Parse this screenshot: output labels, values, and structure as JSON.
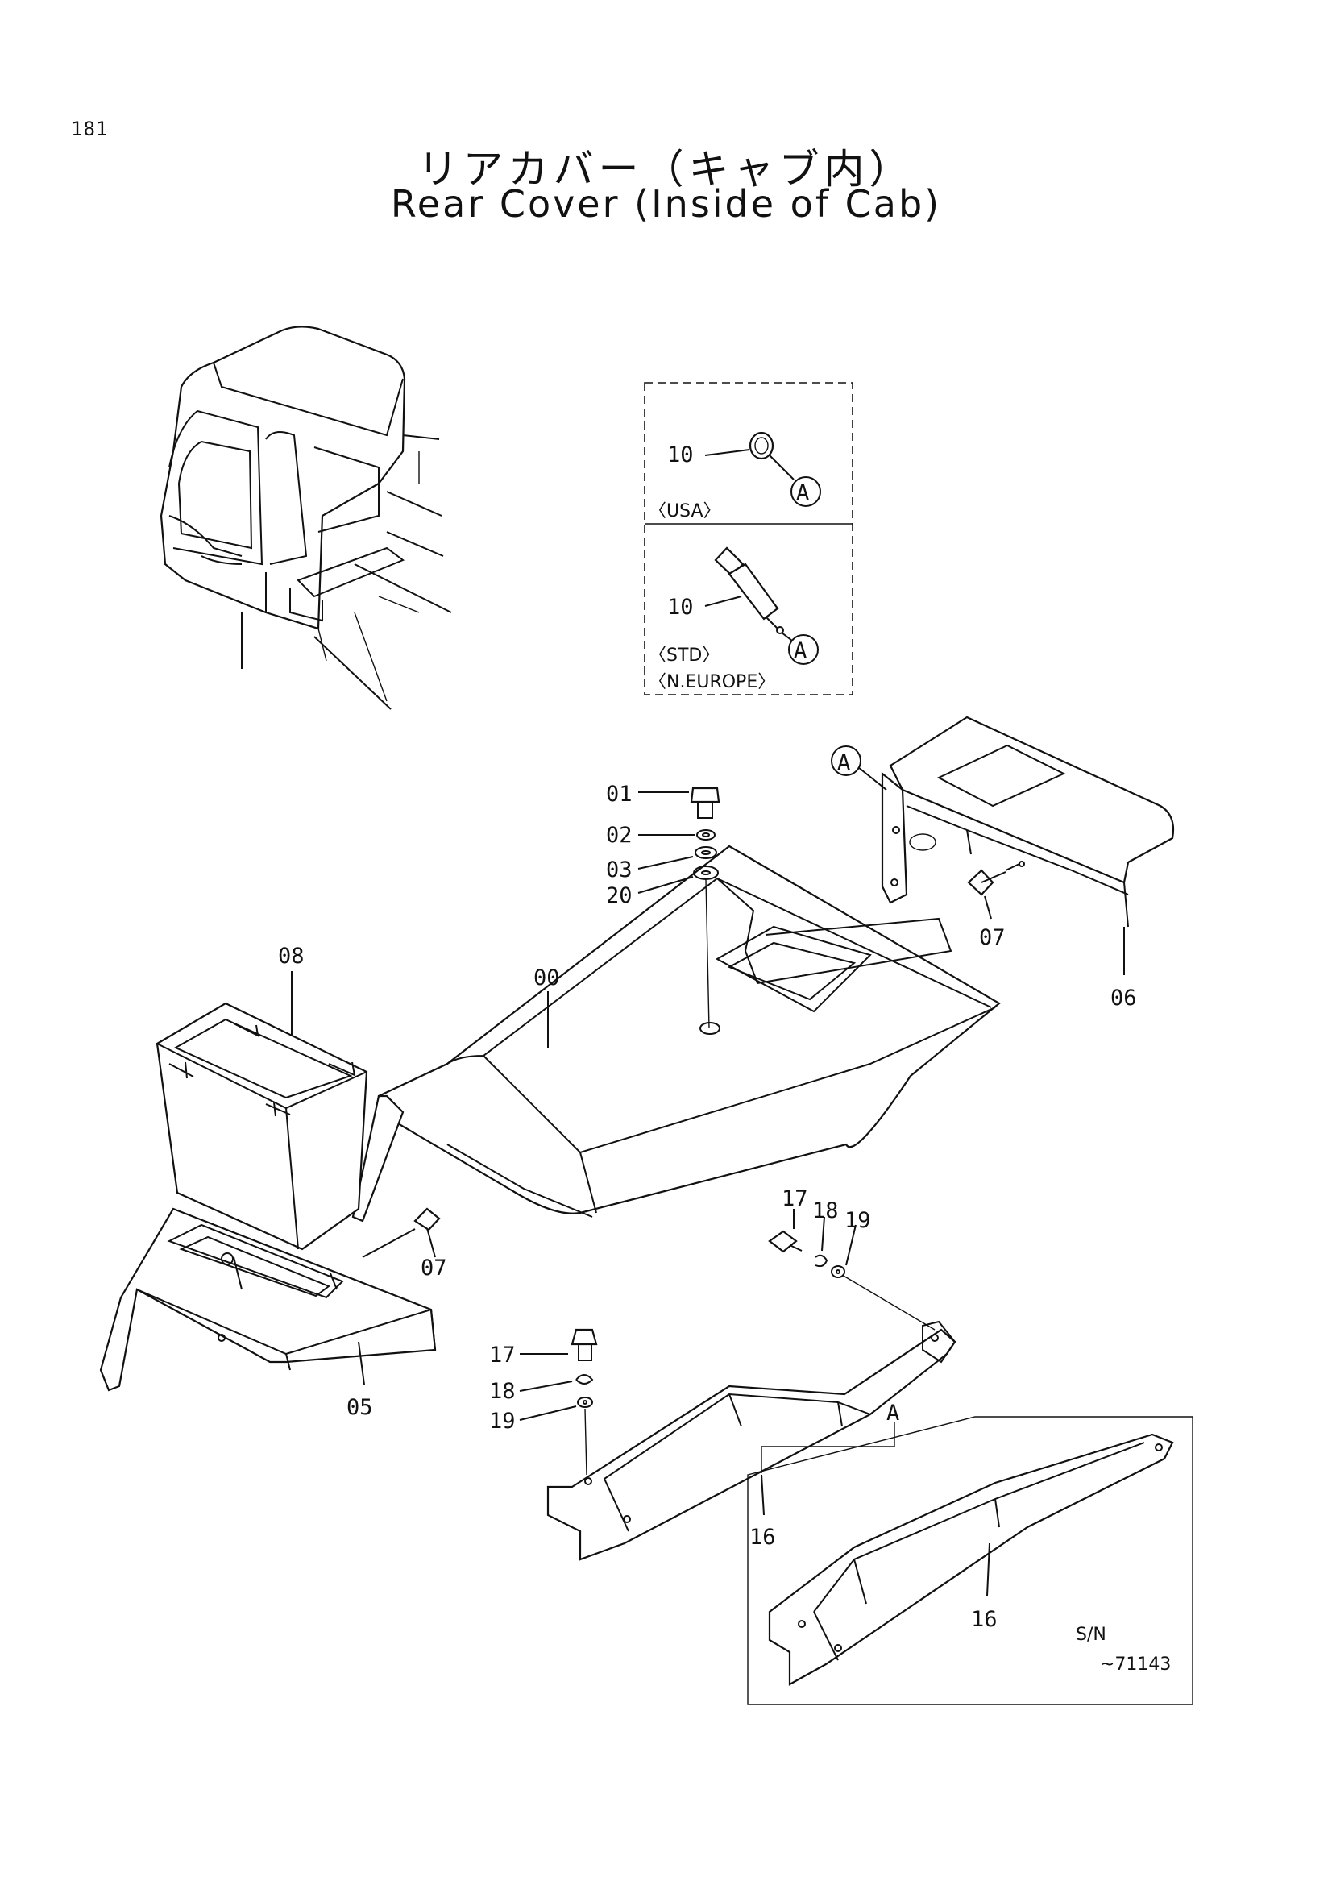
{
  "page_number": "181",
  "title_jp": "リアカバー（キャブ内）",
  "title_en": "Rear Cover (Inside of Cab)",
  "inset": {
    "usa_region": "〈USA〉",
    "std_region": "〈STD〉",
    "europe_region": "〈N.EUROPE〉",
    "part_10_usa": "10",
    "part_10_std": "10",
    "ref_a_usa": "A",
    "ref_a_std": "A"
  },
  "callouts": {
    "p01": "01",
    "p02": "02",
    "p03": "03",
    "p20": "20",
    "p00": "00",
    "p08": "08",
    "p07_left": "07",
    "p07_right": "07",
    "p05": "05",
    "p06": "06",
    "ref_a_top": "A",
    "p17_upper": "17",
    "p18_upper": "18",
    "p19_upper": "19",
    "p17_lower": "17",
    "p18_lower": "18",
    "p19_lower": "19",
    "ref_a_lower": "A",
    "p16_main": "16",
    "p16_variant": "16"
  },
  "serial": {
    "label": "S/N",
    "range": "~71143"
  }
}
